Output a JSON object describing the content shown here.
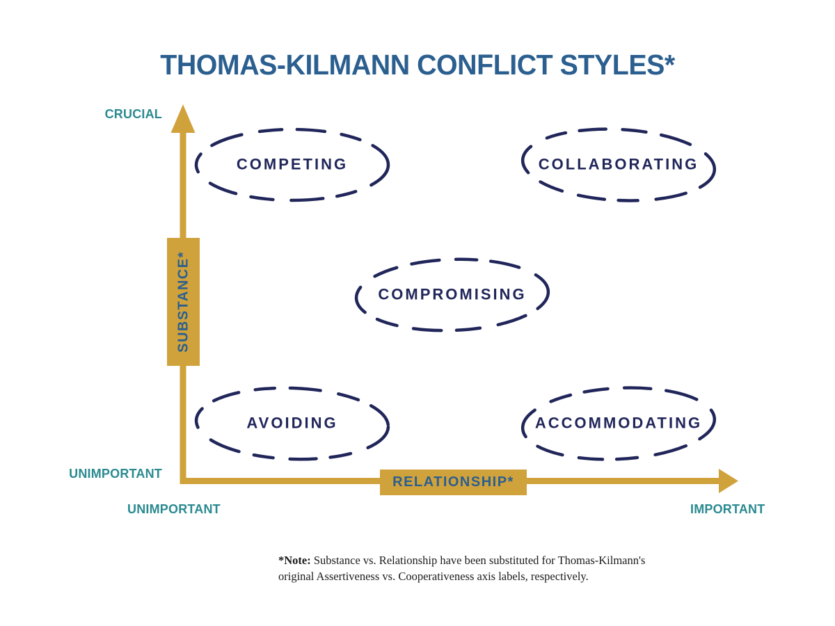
{
  "title": "THOMAS-KILMANN CONFLICT STYLES*",
  "colors": {
    "title_blue": "#2B5F8F",
    "axis_gold": "#D0A23C",
    "end_label_teal": "#2A8A90",
    "bubble_navy": "#21265A",
    "note_black": "#1b1b1b"
  },
  "y_axis": {
    "axis_label": "SUBSTANCE*",
    "top_label": "CRUCIAL",
    "bottom_label": "UNIMPORTANT"
  },
  "x_axis": {
    "axis_label": "RELATIONSHIP*",
    "left_label": "UNIMPORTANT",
    "right_label": "IMPORTANT"
  },
  "styles": [
    {
      "label": "COMPETING",
      "substance": "high",
      "relationship": "low"
    },
    {
      "label": "COLLABORATING",
      "substance": "high",
      "relationship": "high"
    },
    {
      "label": "COMPROMISING",
      "substance": "medium",
      "relationship": "medium"
    },
    {
      "label": "AVOIDING",
      "substance": "low",
      "relationship": "low"
    },
    {
      "label": "ACCOMMODATING",
      "substance": "low",
      "relationship": "high"
    }
  ],
  "note": {
    "line1_bold": "*Note:",
    "line1_rest": " Substance vs. Relationship have been substituted for Thomas-Kilmann's",
    "line2": "original Assertiveness vs. Cooperativeness axis labels, respectively."
  }
}
